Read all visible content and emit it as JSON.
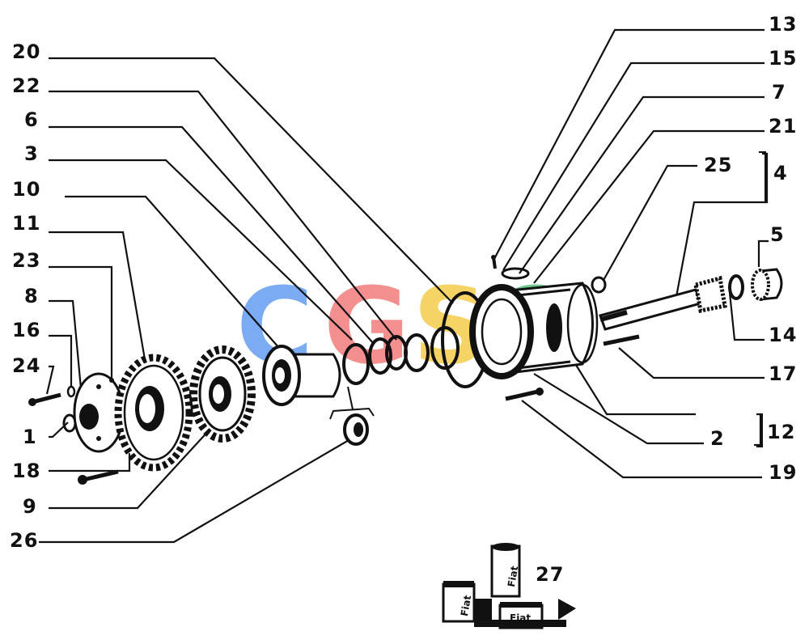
{
  "diagram": {
    "callouts": {
      "n1": "1",
      "n2": "2",
      "n3": "3",
      "n4": "4",
      "n5": "5",
      "n6": "6",
      "n7": "7",
      "n8": "8",
      "n9": "9",
      "n10": "10",
      "n11": "11",
      "n12": "12",
      "n13": "13",
      "n14": "14",
      "n15": "15",
      "n16": "16",
      "n17": "17",
      "n18": "18",
      "n19": "19",
      "n20": "20",
      "n21": "21",
      "n22": "22",
      "n23": "23",
      "n24": "24",
      "n25": "25",
      "n26": "26",
      "n27": "27"
    },
    "watermark": {
      "letters": [
        "C",
        "G",
        "S",
        "C"
      ],
      "colors": [
        "#4f8ff0",
        "#f06a6a",
        "#f2c531",
        "#3fb36a"
      ]
    },
    "kit_brand": "Fiat",
    "colors": {
      "ink": "#111111",
      "background": "#ffffff"
    }
  }
}
